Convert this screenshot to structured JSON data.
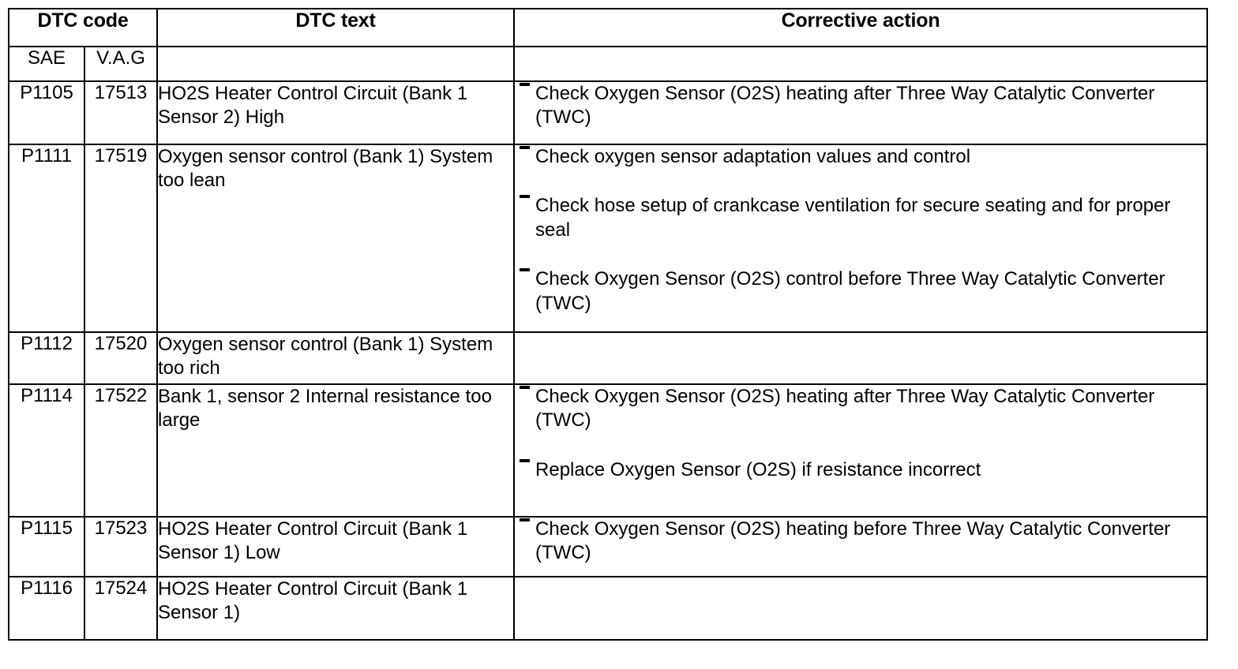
{
  "table": {
    "headers": {
      "dtc_code": "DTC code",
      "dtc_text": "DTC text",
      "corrective_action": "Corrective action",
      "sub_sae": "SAE",
      "sub_vag": "V.A.G",
      "sub_text_blank": "",
      "sub_corrective_blank": ""
    },
    "bullet_glyph": "dash-bullet",
    "rows": [
      {
        "sae": "P1105",
        "vag": "17513",
        "dtc_text": "HO2S Heater Control Circuit (Bank 1 Sensor 2) High",
        "corrective_actions": [
          "Check Oxygen Sensor (O2S) heating after Three Way Catalytic Converter (TWC)"
        ]
      },
      {
        "sae": "P1111",
        "vag": "17519",
        "dtc_text": "Oxygen sensor control (Bank 1) System too lean",
        "corrective_actions": [
          "Check oxygen sensor adaptation values and control",
          "Check hose setup of crankcase ventilation for secure seating and for proper seal",
          "Check Oxygen Sensor (O2S) control before Three Way Catalytic Converter (TWC)"
        ]
      },
      {
        "sae": "P1112",
        "vag": "17520",
        "dtc_text": "Oxygen sensor control (Bank 1) System too rich",
        "corrective_actions": []
      },
      {
        "sae": "P1114",
        "vag": "17522",
        "dtc_text": "Bank 1, sensor 2 Internal resistance too large",
        "corrective_actions": [
          "Check Oxygen Sensor (O2S) heating after Three Way Catalytic Converter (TWC)",
          "Replace Oxygen Sensor (O2S) if resistance incorrect"
        ]
      },
      {
        "sae": "P1115",
        "vag": "17523",
        "dtc_text": "HO2S Heater Control Circuit (Bank 1 Sensor 1) Low",
        "corrective_actions": [
          "Check Oxygen Sensor (O2S) heating before Three Way Catalytic Converter (TWC)"
        ]
      },
      {
        "sae": "P1116",
        "vag": "17524",
        "dtc_text": "HO2S Heater Control Circuit (Bank 1 Sensor 1)",
        "corrective_actions": []
      }
    ]
  },
  "colors": {
    "border": "#000000",
    "text": "#000000",
    "background": "#ffffff"
  }
}
